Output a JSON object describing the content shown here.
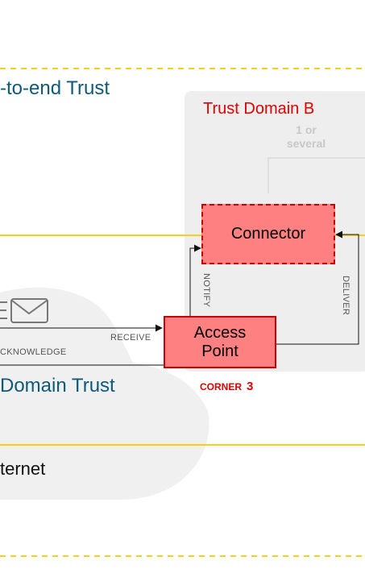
{
  "titles": {
    "end_to_end": "-to-end Trust",
    "domain_trust": "Domain Trust",
    "internet": "ternet"
  },
  "trust_domain_b": {
    "label": "Trust Domain B",
    "note_line1": "1 or",
    "note_line2": "several"
  },
  "nodes": {
    "connector": "Connector",
    "access_point_line1": "Access",
    "access_point_line2": "Point"
  },
  "edges": {
    "receive": "RECEIVE",
    "acknowledge": "CKNOWLEDGE",
    "notify": "NOTIFY",
    "deliver": "DELIVER"
  },
  "corner": {
    "label": "CORNER",
    "number": "3"
  },
  "colors": {
    "title_blue": "#0f5a78",
    "trust_red": "#e00000",
    "node_fill": "#ff8080",
    "node_border": "#cc0000",
    "separator_yellow": "#f5cf1e",
    "panel_grey": "#eeeeee",
    "cloud_grey": "#f0f0f0"
  },
  "icons": {
    "message": "envelope-icon"
  }
}
